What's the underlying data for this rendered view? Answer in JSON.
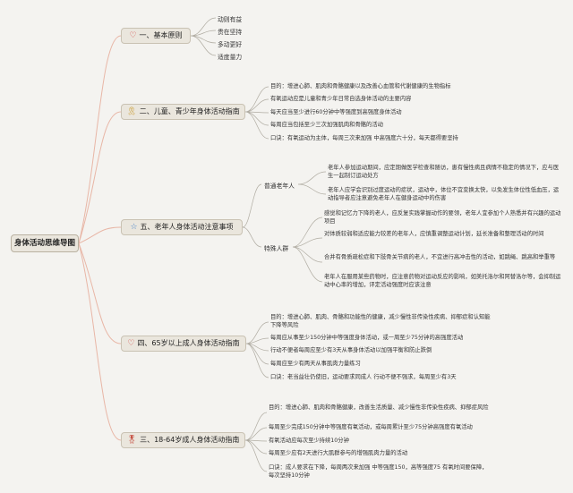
{
  "root": "身体活动思维导图",
  "icons": {
    "b1": "heart-icon",
    "b2": "ribbon-icon",
    "b3": "star-icon",
    "b4": "heart-icon",
    "b5": "medal-icon"
  },
  "branches": [
    {
      "title": "一、基本原则",
      "items": [
        "动则有益",
        "贵在坚持",
        "多动更好",
        "适度量力"
      ]
    },
    {
      "title": "二、儿童、青少年身体活动指南",
      "items": [
        "目的：增进心肺、肌肉和骨骼健康以及改善心血管和代谢健康的生物指标",
        "有氧运动应是儿童和青少年日常自选身体活动的主要内容",
        "每天应当至少进行60分钟中等强度到高强度身体活动",
        "每周应当包括至少三次加强肌肉和骨骼的活动",
        "口诀：有氧运动为主体，每周三次来加强 中高强度六十分，每天都得要坚持"
      ]
    },
    {
      "title": "五、老年人身体活动注意事项",
      "groups": [
        {
          "label": "普通老年人",
          "items": [
            "老年人参加运动期间，应定期做医学检查和随访，患有慢性病且病情不稳定的情况下，应与医生一起制订运动处方",
            "老年人应学会识别过度运动的症状，运动中，体位不宜变换太快，以免发生体位性低血压，运动指导者应注意避免老年人在健身运动中的伤害"
          ]
        },
        {
          "label": "特殊人群",
          "items": [
            "感觉和记忆力下降的老人，应反复实践掌握动作的要领，老年人宜参加个人熟悉并有兴趣的运动项目",
            "对体质较弱和适应能力较差的老年人，应慎重调整运动计划，延长准备和整理活动的时间",
            "合并有骨质疏松症和下肢骨关节病的老人，不宜进行高冲击性的活动，如跳绳、跳高和举重等",
            "老年人在服用某些药物时，应注意药物对运动反应的影响，如美托洛尔和阿替洛尔等，会抑制运动中心率的增加，评定活动强度时应该注意"
          ]
        }
      ]
    },
    {
      "title": "四、65岁以上成人身体活动指南",
      "items": [
        "目的：增进心肺、肌肉、骨骼和功能性的健康，减少慢性非传染性疾病、抑郁症和认知能下降等风险",
        "每周应从事至少150分钟中等强度身体活动，或一周至少75分钟的高强度活动",
        "行动不便者每周应至少有3天从事身体活动以加强平衡和防止跌倒",
        "每周应至少有两天从事肌肉力量练习",
        "口诀：老当益壮仍使旧，运动要求同成人 行动不便不强求，每周至少有3天"
      ]
    },
    {
      "title": "三、18-64岁成人身体活动指南",
      "items": [
        "目的：增进心肺、肌肉和骨骼健康，改善生活质量、减少慢性非传染性疾病、抑郁症风险",
        "每周至少完成150分钟中等强度有氧活动，或每周累计至少75分钟高强度有氧活动",
        "有氧活动应每次至少持续10分钟",
        "每周至少应有2天进行大肌群参与的增强肌肉力量的活动",
        "口诀：成人要求在下降，每周两次来加强 中等强度150，高等强度75 有氧时间要保障，每次坚持10分钟"
      ]
    }
  ]
}
